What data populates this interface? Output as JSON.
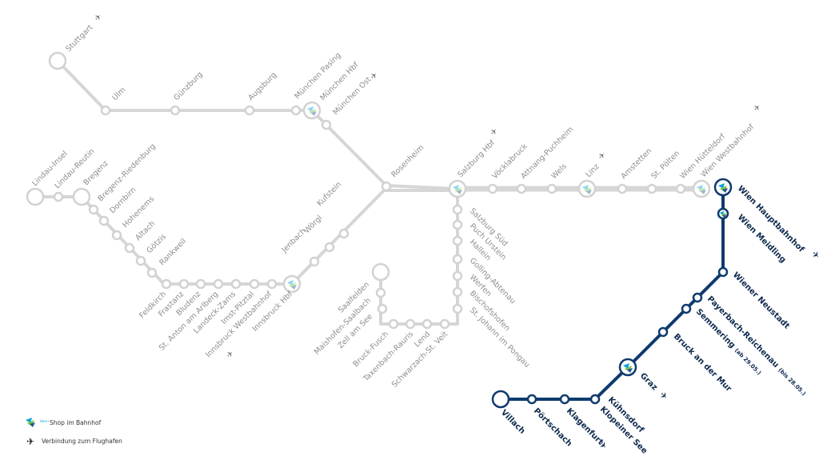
{
  "stations_de": {
    "stuttgart": "Stuttgart",
    "ulm": "Ulm",
    "guenzburg": "Günzburg",
    "augsburg": "Augsburg",
    "muenchen_pasing": "München Pasing",
    "muenchen_hbf": "München Hbf",
    "muenchen_ost": "München Ost",
    "rosenheim": "Rosenheim",
    "lindau_insel": "Lindau-Insel",
    "lindau_reutin": "Lindau-Reutin",
    "bregenz": "Bregenz",
    "bregenz_riedenburg": "Bregenz-Riedenburg",
    "dornbirn": "Dornbirn",
    "hohenems": "Hohenems",
    "altach": "Altach",
    "goetzis": "Götzis",
    "rankweil": "Rankweil",
    "kufstein": "Kufstein",
    "woergl": "Wörgl",
    "jenbach": "Jenbach",
    "feldkirch": "Feldkirch",
    "frastanz": "Frastanz",
    "bludenz": "Bludenz",
    "st_anton": "St. Anton am Arlberg",
    "landeck": "Landeck-Zams",
    "imst": "Imst-Pitztal",
    "innsbruck_west": "Innsbruck Westbahnhof",
    "innsbruck_hbf": "Innsbruck Hbf"
  },
  "stations_west": {
    "salzburg_hbf": "Salzburg Hbf",
    "voecklabruck": "Vöcklabruck",
    "attnang": "Attnang-Puchheim",
    "wels": "Wels",
    "linz": "Linz",
    "amstetten": "Amstetten",
    "st_poelten": "St. Pölten",
    "wien_huetteldorf": "Wien Hütteldorf",
    "wien_westbahnhof": "Wien Westbahnhof"
  },
  "stations_tauern": {
    "salzburg_sued": "Salzburg Süd",
    "puch_urstein": "Puch Urstein",
    "hallein": "Hallein",
    "golling": "Golling-Abtenau",
    "werfen": "Werfen",
    "bischofshofen": "Bischofshofen",
    "st_johann": "St. Johann im Pongau",
    "schwarzach": "Schwarzach-St. Veit",
    "lend": "Lend",
    "taxenbach": "Taxenbach-Rauris",
    "bruck_fusch": "Bruck-Fusch",
    "zell_am_see": "Zell am See",
    "maishofen": "Maishofen-Saalbach",
    "saalfelden": "Saalfelden"
  },
  "stations_south": {
    "wien_hbf": "Wien Hauptbahnhof",
    "wien_meidling": "Wien Meidling",
    "wiener_neustadt": "Wiener Neustadt",
    "payerbach": "Payerbach-Reichenau",
    "payerbach_note": "(bis 28.05.)",
    "semmering": "Semmering",
    "semmering_note": "(ab 29.05.)",
    "bruck_mur": "Bruck an der Mur",
    "graz": "Graz",
    "kuehnsdorf": "Kühnsdorf",
    "klopeiner_see": "Klopeiner See",
    "klagenfurt": "Klagenfurt",
    "poertschach": "Pörtschach",
    "villach": "Villach"
  },
  "legend": {
    "shop_brand": "Henri",
    "shop_label": "Shop im Bahnhof",
    "airport_label": "Verbindung zum Flughafen"
  },
  "icons": {
    "airport": "airplane-icon",
    "shop": "shop-logo-icon"
  },
  "colors": {
    "network_line": "#d6d6d6",
    "highlight_line": "#0e3a6e",
    "grey_label": "#8e8e8e",
    "blue_label": "#0e2a4e",
    "shop_green": "#7cc242",
    "shop_blue": "#0aa3d8"
  }
}
